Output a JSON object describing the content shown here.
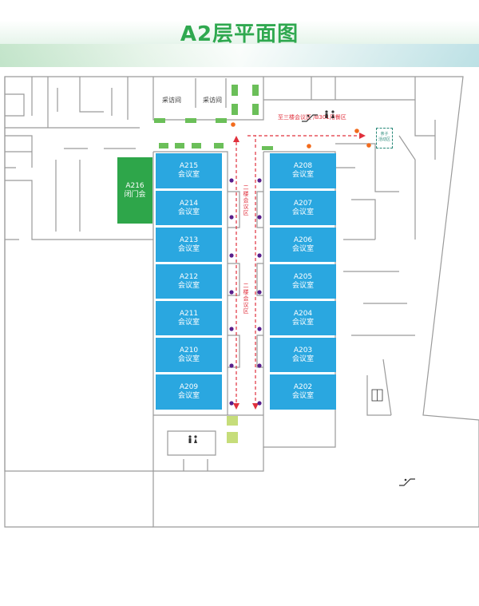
{
  "title": "A2层平面图",
  "rooms_left": [
    {
      "code": "A215",
      "name": "会议室"
    },
    {
      "code": "A214",
      "name": "会议室"
    },
    {
      "code": "A213",
      "name": "会议室"
    },
    {
      "code": "A212",
      "name": "会议室"
    },
    {
      "code": "A211",
      "name": "会议室"
    },
    {
      "code": "A210",
      "name": "会议室"
    },
    {
      "code": "A209",
      "name": "会议室"
    }
  ],
  "rooms_right": [
    {
      "code": "A208",
      "name": "会议室"
    },
    {
      "code": "A207",
      "name": "会议室"
    },
    {
      "code": "A206",
      "name": "会议室"
    },
    {
      "code": "A205",
      "name": "会议室"
    },
    {
      "code": "A204",
      "name": "会议室"
    },
    {
      "code": "A203",
      "name": "会议室"
    },
    {
      "code": "A202",
      "name": "会议室"
    }
  ],
  "closed_room": {
    "code": "A216",
    "name": "闭门会"
  },
  "interview_rooms": [
    "采访间",
    "采访间"
  ],
  "route_label": "至三楼会议区 /B301用餐区",
  "corridor_label_top": "二楼会议区",
  "corridor_label_bottom": "二楼会议区",
  "parent_child_area": "亲子\n活动区",
  "colors": {
    "title": "#2fa84f",
    "room_blue": "#2aa7e0",
    "room_green": "#2ea64a",
    "route_red": "#e0303c",
    "dot_purple": "#5a1f8c",
    "dot_orange": "#f26b1d"
  },
  "icons": [
    "restroom-icon",
    "escalator-icon",
    "elevator-icon"
  ]
}
